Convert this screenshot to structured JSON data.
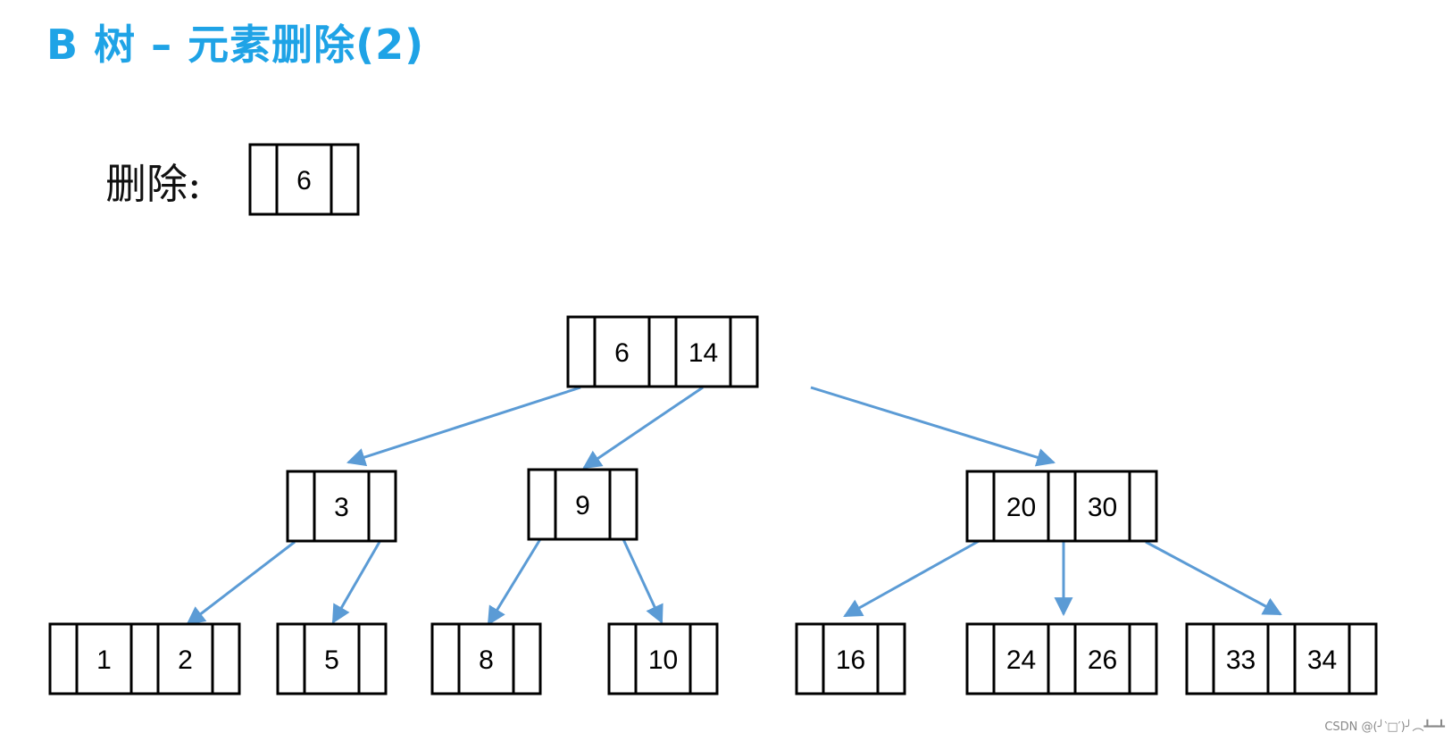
{
  "title": "B 树 – 元素删除(2)",
  "delete_label": "删除:",
  "delete_key": "6",
  "watermark": "CSDN @(╯‵□′)╯︵┻━┻",
  "colors": {
    "title": "#1fa3e6",
    "edge": "#5b9bd5",
    "node_border": "#000000"
  },
  "tree": {
    "root": {
      "keys": [
        "6",
        "14"
      ]
    },
    "level1": [
      {
        "keys": [
          "3"
        ]
      },
      {
        "keys": [
          "9"
        ]
      },
      {
        "keys": [
          "20",
          "30"
        ]
      }
    ],
    "leaves": [
      {
        "keys": [
          "1",
          "2"
        ]
      },
      {
        "keys": [
          "5"
        ]
      },
      {
        "keys": [
          "8"
        ]
      },
      {
        "keys": [
          "10"
        ]
      },
      {
        "keys": [
          "16"
        ]
      },
      {
        "keys": [
          "24",
          "26"
        ]
      },
      {
        "keys": [
          "33",
          "34"
        ]
      }
    ]
  }
}
